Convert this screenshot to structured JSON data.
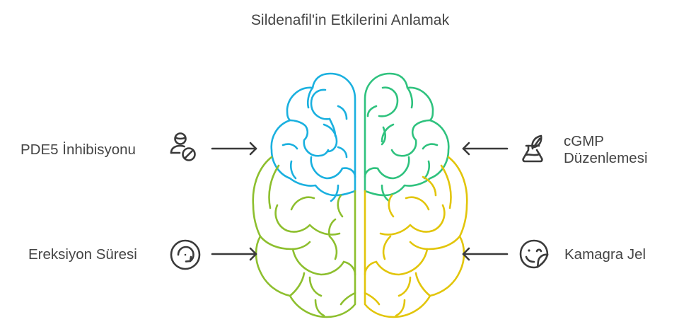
{
  "title": "Sildenafil'in Etkilerini Anlamak",
  "colors": {
    "text": "#444444",
    "icon_stroke": "#3a3a3a",
    "quadrant_top_left": "#1ab0df",
    "quadrant_top_right": "#2fc27e",
    "quadrant_bottom_left": "#8dbf2e",
    "quadrant_bottom_right": "#e2c50a"
  },
  "items": [
    {
      "id": "pde5",
      "label": "PDE5 İnhibisyonu",
      "icon": "user-prohibited-icon",
      "side": "left",
      "position": "top",
      "arrow": "right-arrow"
    },
    {
      "id": "ereksiyon",
      "label": "Ereksiyon Süresi",
      "icon": "clockwise-rotation-icon",
      "side": "left",
      "position": "bottom",
      "arrow": "right-arrow"
    },
    {
      "id": "cgmp",
      "label_line1": "cGMP",
      "label_line2": "Düzenlemesi",
      "icon": "flask-leaf-icon",
      "side": "right",
      "position": "top",
      "arrow": "left-arrow"
    },
    {
      "id": "kamagra",
      "label": "Kamagra Jel",
      "icon": "winking-sticker-face-icon",
      "side": "right",
      "position": "bottom",
      "arrow": "left-arrow"
    }
  ]
}
